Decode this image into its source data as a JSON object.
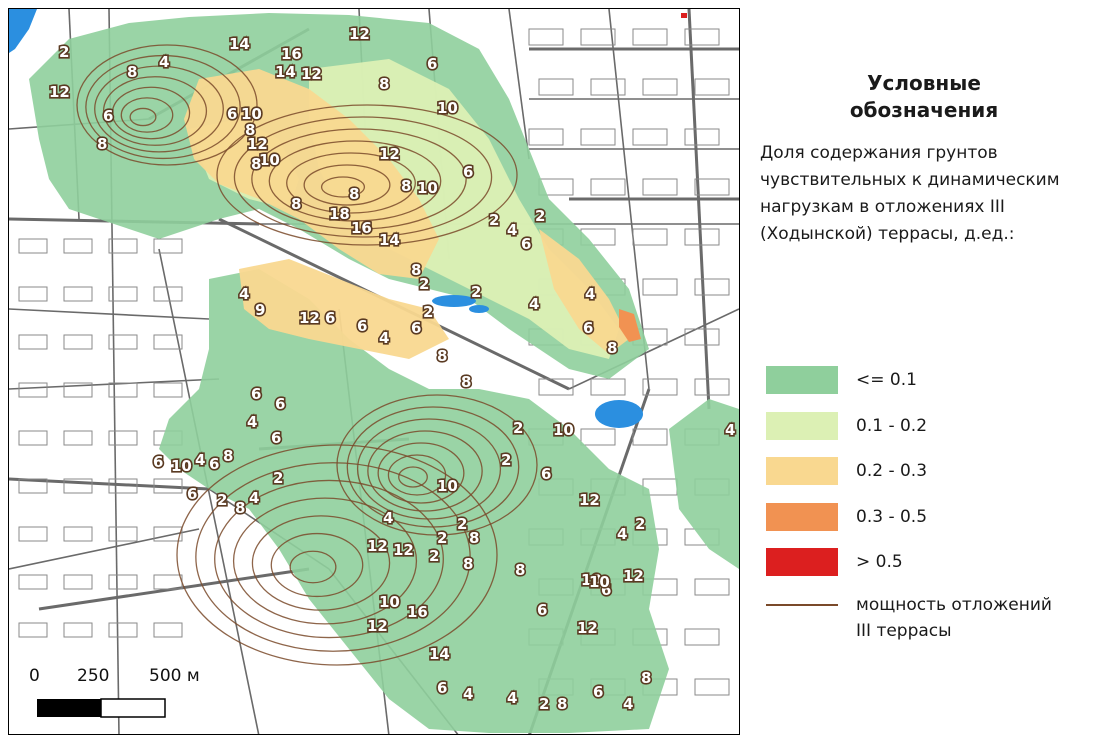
{
  "legend": {
    "title_line1": "Условные",
    "title_line2": "обозначения",
    "description": "Доля содержания грунтов чувствительных к динамическим нагрузкам в отложениях III (Ходынской) террасы, д.ед.:",
    "classes": [
      {
        "label": "<= 0.1",
        "color": "#8fcf9c"
      },
      {
        "label": "0.1 - 0.2",
        "color": "#dcf0b4"
      },
      {
        "label": "0.2 - 0.3",
        "color": "#f9d890"
      },
      {
        "label": "0.3 - 0.5",
        "color": "#f19252"
      },
      {
        "label": "> 0.5",
        "color": "#dc1f1f"
      }
    ],
    "line_item": {
      "label_line1": "мощность отложений",
      "label_line2": "III террасы",
      "color": "#7a4a2a"
    }
  },
  "scale_bar": {
    "label_0": "0",
    "label_250": "250",
    "label_500": "500 м"
  },
  "map": {
    "water_color": "#2b8fe0",
    "road_color": "#6a6a6a",
    "contour_color": "#7a4a2a",
    "contour_labels": [
      "2",
      "12",
      "8",
      "4",
      "14",
      "16",
      "12",
      "12",
      "8",
      "6",
      "10",
      "8",
      "6",
      "14",
      "10",
      "12",
      "8",
      "8",
      "10",
      "6",
      "8",
      "12",
      "8",
      "8",
      "18",
      "16",
      "14",
      "10",
      "6",
      "2",
      "4",
      "4",
      "8",
      "2",
      "2",
      "6",
      "2",
      "4",
      "6",
      "8",
      "9",
      "4",
      "12",
      "6",
      "6",
      "4",
      "6",
      "2",
      "8",
      "8",
      "6",
      "6",
      "4",
      "6",
      "2",
      "6",
      "10",
      "4",
      "6",
      "8",
      "6",
      "2",
      "4",
      "8",
      "2",
      "10",
      "2",
      "6",
      "12",
      "10",
      "4",
      "2",
      "2",
      "8",
      "2",
      "4",
      "8",
      "10",
      "6",
      "12",
      "6",
      "12",
      "10",
      "12",
      "12",
      "2",
      "8",
      "10",
      "16",
      "12",
      "14",
      "6",
      "4",
      "4",
      "2",
      "8",
      "6",
      "4",
      "8",
      "4"
    ]
  }
}
